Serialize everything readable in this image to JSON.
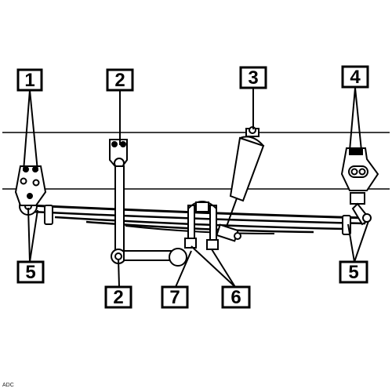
{
  "callouts": {
    "c1": "1",
    "c2_top": "2",
    "c3": "3",
    "c4": "4",
    "c5_left": "5",
    "c2_bottom": "2",
    "c7": "7",
    "c6": "6",
    "c5_right": "5"
  },
  "credit": "ADC",
  "colors": {
    "line": "#000000",
    "background": "#ffffff"
  }
}
